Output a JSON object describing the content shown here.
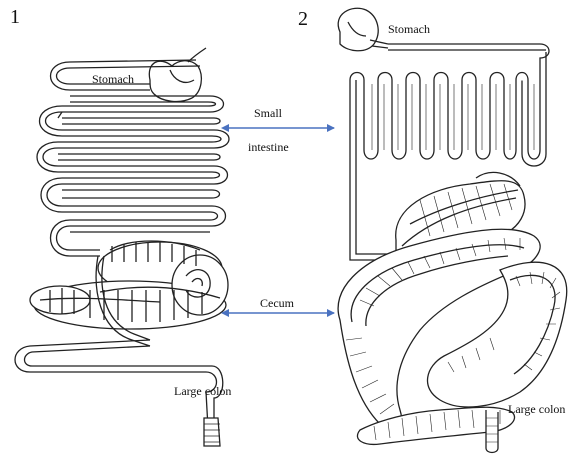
{
  "panels": [
    {
      "number": "1",
      "labels": {
        "stomach": "Stomach",
        "large_colon": "Large colon"
      }
    },
    {
      "number": "2",
      "labels": {
        "stomach": "Stomach",
        "large_colon": "Large colon"
      }
    }
  ],
  "shared_labels": {
    "small_intestine_line1": "Small",
    "small_intestine_line2": "intestine",
    "cecum": "Cecum"
  },
  "colors": {
    "arrow": "#4a72c0",
    "outline": "#222222",
    "background": "#ffffff"
  }
}
